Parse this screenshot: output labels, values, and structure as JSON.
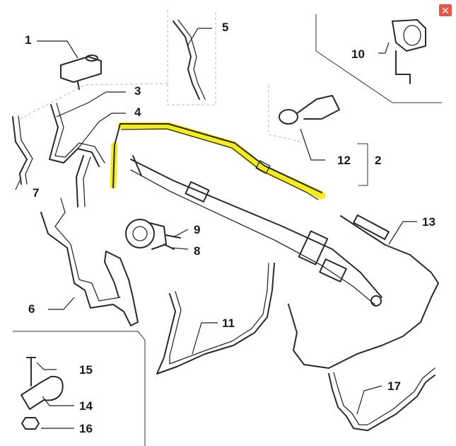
{
  "colors": {
    "highlight": "#f2e600",
    "close_button": "#e0584a",
    "line": "#2a2a2a"
  },
  "close_button": {
    "icon": "close-icon",
    "glyph": "✕"
  },
  "callouts": [
    {
      "id": "1",
      "label": "1"
    },
    {
      "id": "2",
      "label": "2"
    },
    {
      "id": "3",
      "label": "3"
    },
    {
      "id": "4",
      "label": "4"
    },
    {
      "id": "5",
      "label": "5"
    },
    {
      "id": "6",
      "label": "6"
    },
    {
      "id": "7",
      "label": "7"
    },
    {
      "id": "8",
      "label": "8"
    },
    {
      "id": "9",
      "label": "9"
    },
    {
      "id": "10",
      "label": "10"
    },
    {
      "id": "11",
      "label": "11"
    },
    {
      "id": "12",
      "label": "12"
    },
    {
      "id": "13",
      "label": "13"
    },
    {
      "id": "14",
      "label": "14"
    },
    {
      "id": "15",
      "label": "15"
    },
    {
      "id": "16",
      "label": "16"
    },
    {
      "id": "17",
      "label": "17"
    }
  ]
}
